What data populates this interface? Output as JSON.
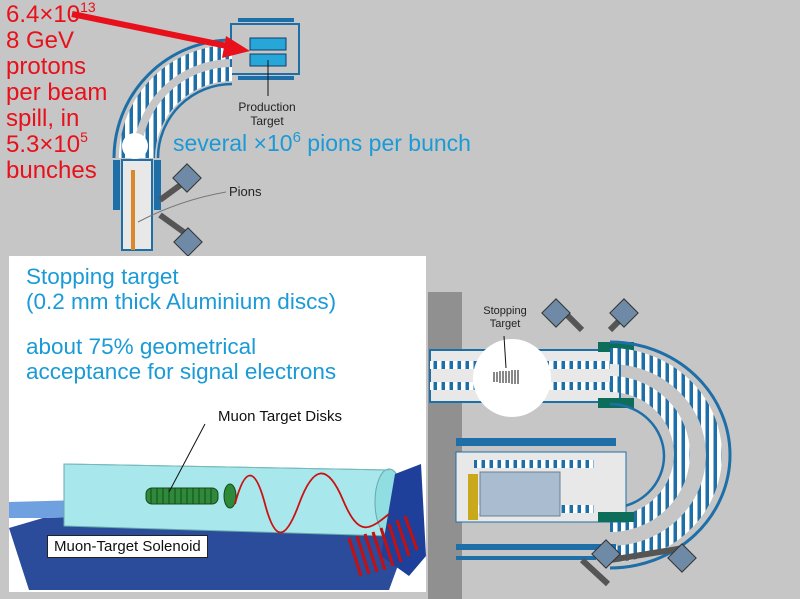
{
  "beam": {
    "lines": [
      "6.4×10",
      "13",
      "8 GeV",
      "protons",
      "per beam",
      "spill, in",
      "5.3×10",
      "5",
      "bunches"
    ]
  },
  "pions_per_bunch": {
    "before": "several ×10",
    "exp": "6",
    "after": " pions per bunch"
  },
  "labels": {
    "production_target": "Production Target",
    "pions": "Pions",
    "stopping_target": "Stopping Target"
  },
  "inset": {
    "line1": "Stopping target",
    "line2": "(0.2 mm thick Aluminium discs)",
    "line3": "about 75% geometrical",
    "line4": "acceptance for signal electrons",
    "muon_target_disks": "Muon Target Disks",
    "muon_target_solenoid": "Muon-Target Solenoid"
  },
  "colors": {
    "background": "#c6c6c6",
    "annotation_red": "#e8101a",
    "annotation_blue": "#1a9ad6",
    "solenoid_coil": "#1e90c8",
    "target_cyan": "#27a7d8"
  }
}
